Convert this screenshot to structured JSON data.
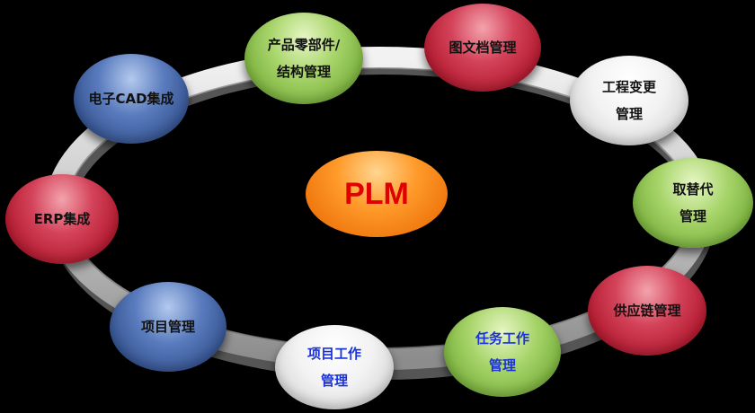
{
  "center": {
    "label": "PLM"
  },
  "nodes": [
    {
      "id": "electronic-cad",
      "lines": [
        "电子CAD集成"
      ],
      "color": "blue",
      "text_color": "#111111"
    },
    {
      "id": "parts-structure",
      "lines": [
        "产品零部件/",
        "结构管理"
      ],
      "color": "green",
      "text_color": "#111111"
    },
    {
      "id": "document-management",
      "lines": [
        "图文档管理"
      ],
      "color": "red",
      "text_color": "#111111"
    },
    {
      "id": "engineering-change",
      "lines": [
        "工程变更",
        "管理"
      ],
      "color": "white",
      "text_color": "#111111"
    },
    {
      "id": "substitution",
      "lines": [
        "取替代",
        "管理"
      ],
      "color": "green",
      "text_color": "#111111"
    },
    {
      "id": "supply-chain",
      "lines": [
        "供应链管理"
      ],
      "color": "red",
      "text_color": "#111111"
    },
    {
      "id": "task-work",
      "lines": [
        "任务工作",
        "管理"
      ],
      "color": "green",
      "text_color": "#1a32d8"
    },
    {
      "id": "project-work",
      "lines": [
        "项目工作",
        "管理"
      ],
      "color": "white",
      "text_color": "#1a32d8"
    },
    {
      "id": "project-management",
      "lines": [
        "项目管理"
      ],
      "color": "blue",
      "text_color": "#111111"
    },
    {
      "id": "erp-integration",
      "lines": [
        "ERP集成"
      ],
      "color": "red",
      "text_color": "#111111"
    }
  ],
  "colors": {
    "background": "#000000",
    "ring": "#b8b8b8",
    "center_fill": "#f28a1c",
    "center_text": "#e00000"
  }
}
